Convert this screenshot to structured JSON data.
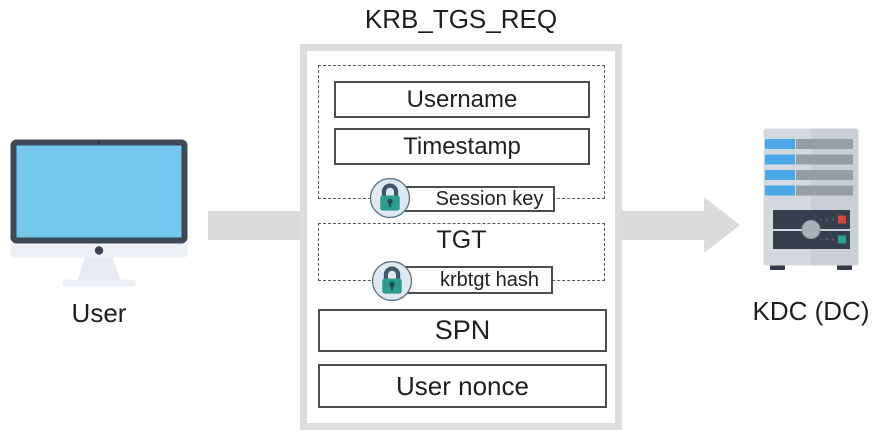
{
  "title": "KRB_TGS_REQ",
  "nodes": {
    "user": {
      "label": "User",
      "icon": "desktop-computer-icon"
    },
    "kdc": {
      "label": "KDC (DC)",
      "icon": "server-icon"
    }
  },
  "packet": {
    "group1": {
      "fields": {
        "username": "Username",
        "timestamp": "Timestamp"
      },
      "key": "Session key"
    },
    "group2": {
      "name": "TGT",
      "key": "krbtgt hash"
    },
    "spn": "SPN",
    "user_nonce": "User nonce"
  },
  "icons": {
    "lock": "lock-icon",
    "arrow": "right-arrow"
  },
  "colors": {
    "text": "#1f1f1f",
    "arrow": "#d9dbdd",
    "packet_border": "#dcdede",
    "field_border": "#4c4c4c",
    "dashed_border": "#5a5a5a",
    "lock_body": "#2a9d8f",
    "lock_shackle": "#3f566b",
    "lock_circle_bg": "#dfe9ef",
    "screen_blue": "#74c8ee",
    "slot_blue": "#4ba7e8",
    "status_red": "#d8453a",
    "status_teal": "#2fa08c"
  }
}
